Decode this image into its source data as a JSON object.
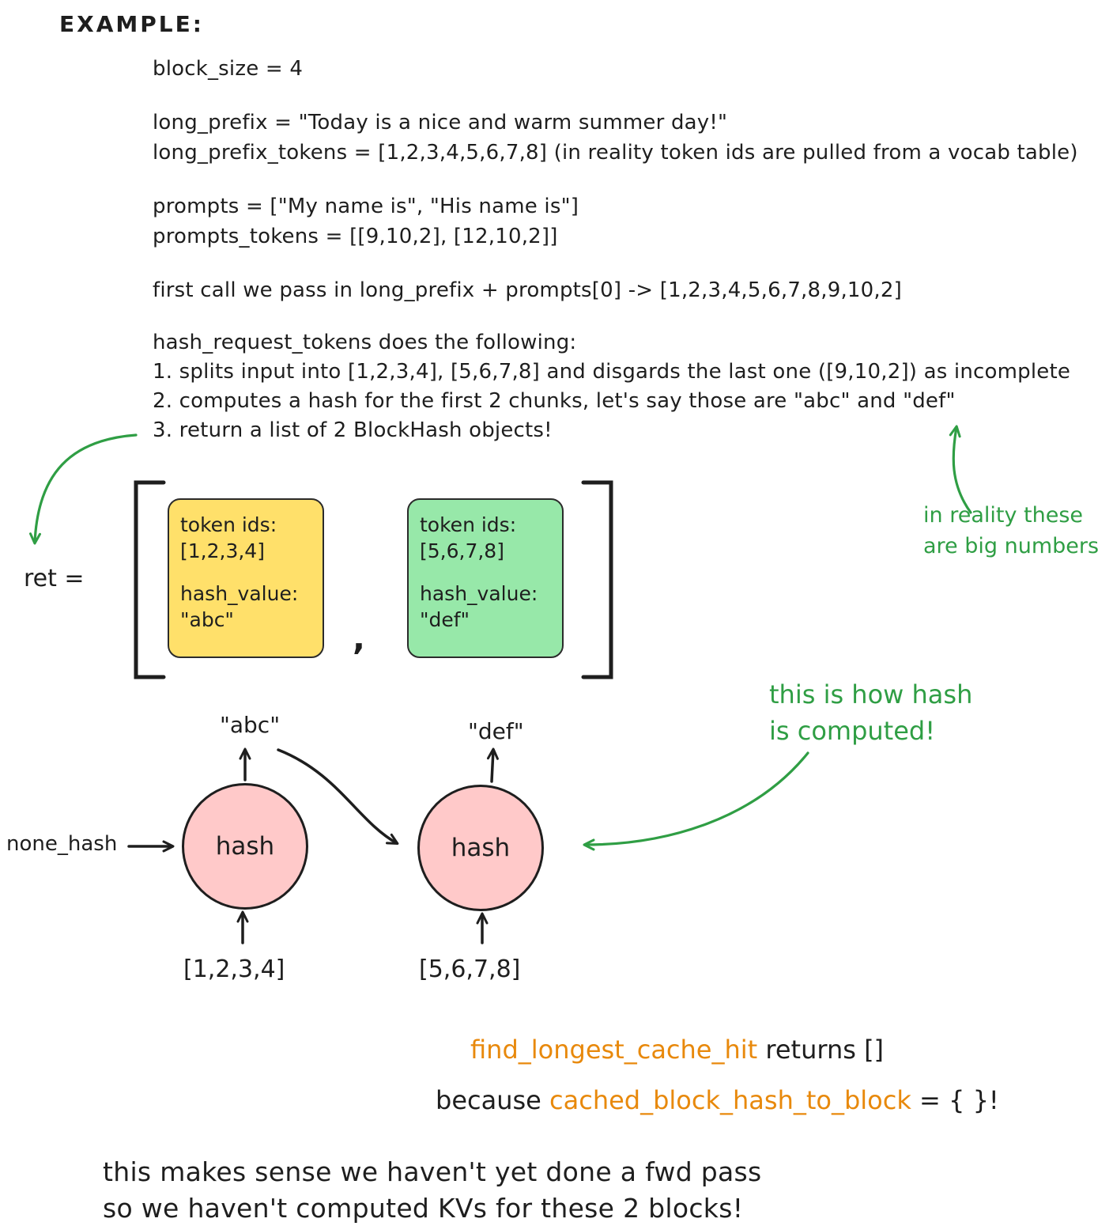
{
  "title": "EXAMPLE:",
  "code": {
    "block_size": "block_size = 4",
    "long_prefix": "long_prefix = \"Today is a nice and warm summer day!\"",
    "long_prefix_tokens": "long_prefix_tokens = [1,2,3,4,5,6,7,8] (in reality token ids are pulled from a vocab table)",
    "prompts": "prompts = [\"My name is\", \"His name is\"]",
    "prompts_tokens": "prompts_tokens = [[9,10,2], [12,10,2]]",
    "first_call": "first call we pass in long_prefix + prompts[0] -> [1,2,3,4,5,6,7,8,9,10,2]",
    "hash_request": "hash_request_tokens does the following:",
    "step1": "1. splits input into [1,2,3,4], [5,6,7,8] and disgards the last one ([9,10,2]) as incomplete",
    "step2": "2. computes a hash for the first 2 chunks, let's say those are \"abc\" and \"def\"",
    "step3": "3. return a list of 2 BlockHash objects!"
  },
  "ret": {
    "label": "ret =",
    "comma": ",",
    "blocks": [
      {
        "token_ids_label": "token ids:",
        "token_ids": "[1,2,3,4]",
        "hash_label": "hash_value:",
        "hash_value": "\"abc\""
      },
      {
        "token_ids_label": "token ids:",
        "token_ids": "[5,6,7,8]",
        "hash_label": "hash_value:",
        "hash_value": "\"def\""
      }
    ]
  },
  "annotations": {
    "big_numbers_line1": "in reality these",
    "big_numbers_line2": "are big numbers",
    "how_hash_line1": "this is how hash",
    "how_hash_line2": "is computed!"
  },
  "diagram": {
    "none_hash": "none_hash",
    "hash_label_left": "hash",
    "hash_label_right": "hash",
    "abc_out": "\"abc\"",
    "def_out": "\"def\"",
    "left_input": "[1,2,3,4]",
    "right_input": "[5,6,7,8]"
  },
  "bottom": {
    "find_fn": "find_longest_cache_hit",
    "returns": " returns []",
    "because": "because  ",
    "cached_var": "cached_block_hash_to_block",
    "empty": " = { }!",
    "closing_line1": "this makes sense we haven't yet done a fwd pass",
    "closing_line2": "so we haven't computed KVs for these 2 blocks!"
  },
  "colors": {
    "ink": "#1e1e1e",
    "green": "#2f9e44",
    "orange": "#e8890c",
    "yellow_card": "#ffe06a",
    "green_card": "#97e8a9",
    "pink_circle": "#ffc9c9"
  }
}
